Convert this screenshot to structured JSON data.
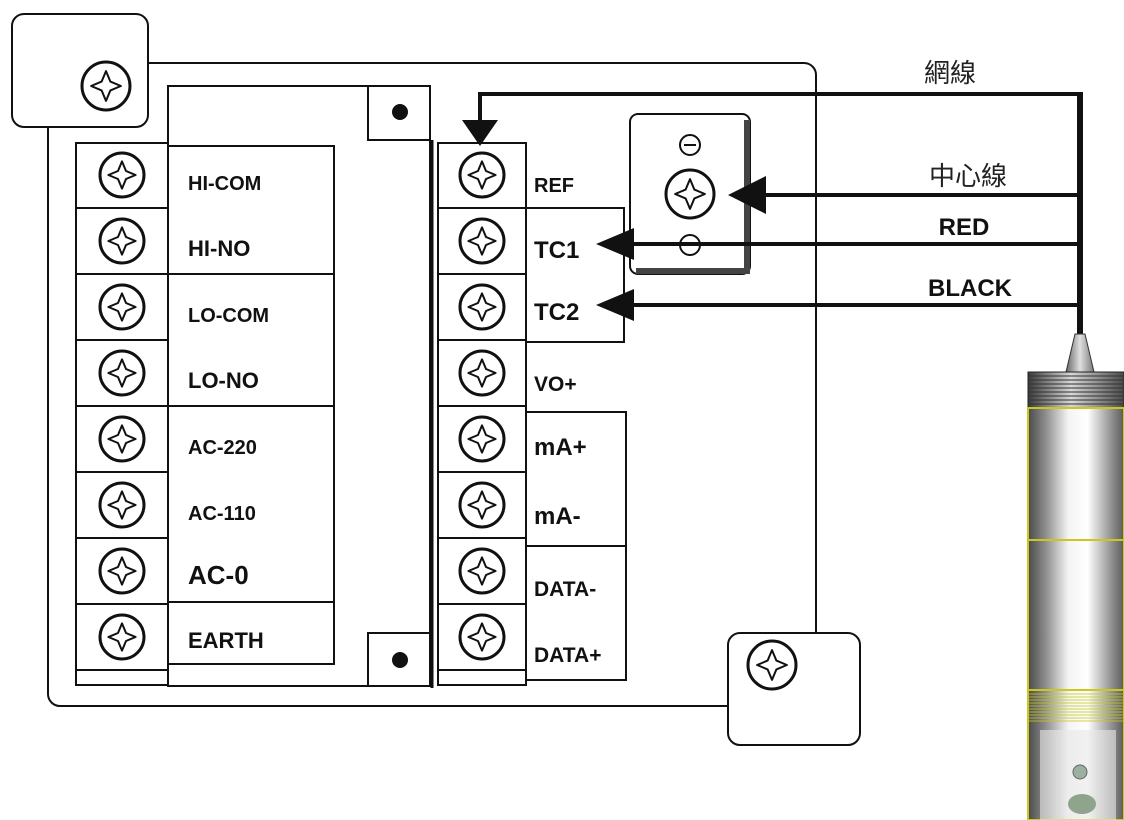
{
  "diagram": {
    "left_terminals": [
      "HI-COM",
      "HI-NO",
      "LO-COM",
      "LO-NO",
      "AC-220",
      "AC-110",
      "AC-0",
      "EARTH"
    ],
    "right_terminals": [
      "REF",
      "TC1",
      "TC2",
      "VO+",
      "mA+",
      "mA-",
      "DATA-",
      "DATA+"
    ],
    "wires": {
      "mesh": "網線",
      "center": "中心線",
      "red": "RED",
      "black": "BLACK"
    }
  }
}
